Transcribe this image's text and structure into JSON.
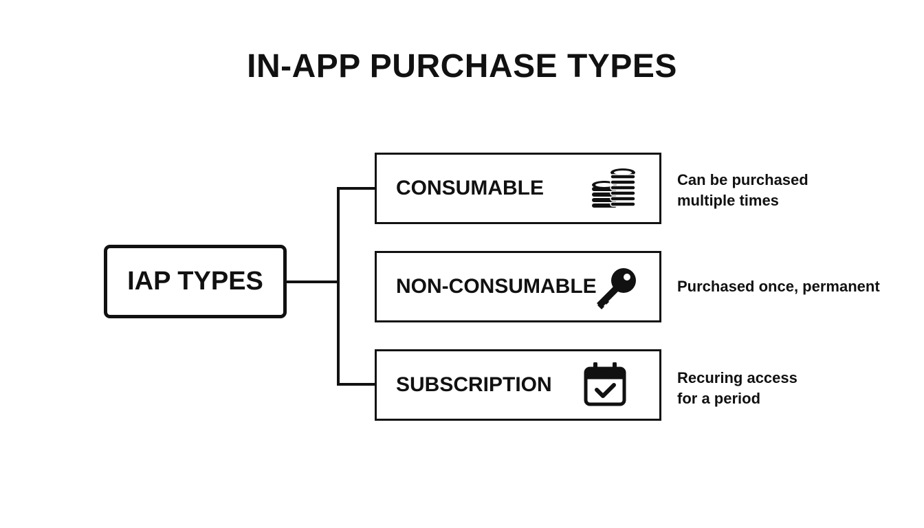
{
  "title": "IN-APP PURCHASE TYPES",
  "root": {
    "label": "IAP TYPES"
  },
  "types": [
    {
      "label": "CONSUMABLE",
      "icon": "coins-stack-icon",
      "description": [
        "Can be purchased",
        "multiple times"
      ]
    },
    {
      "label": "NON-CONSUMABLE",
      "icon": "key-icon",
      "description": [
        "Purchased once, permanent"
      ]
    },
    {
      "label": "SUBSCRIPTION",
      "icon": "calendar-check-icon",
      "description": [
        "Recuring access",
        "for a period"
      ]
    }
  ],
  "colors": {
    "stroke": "#111111",
    "background": "#ffffff"
  }
}
